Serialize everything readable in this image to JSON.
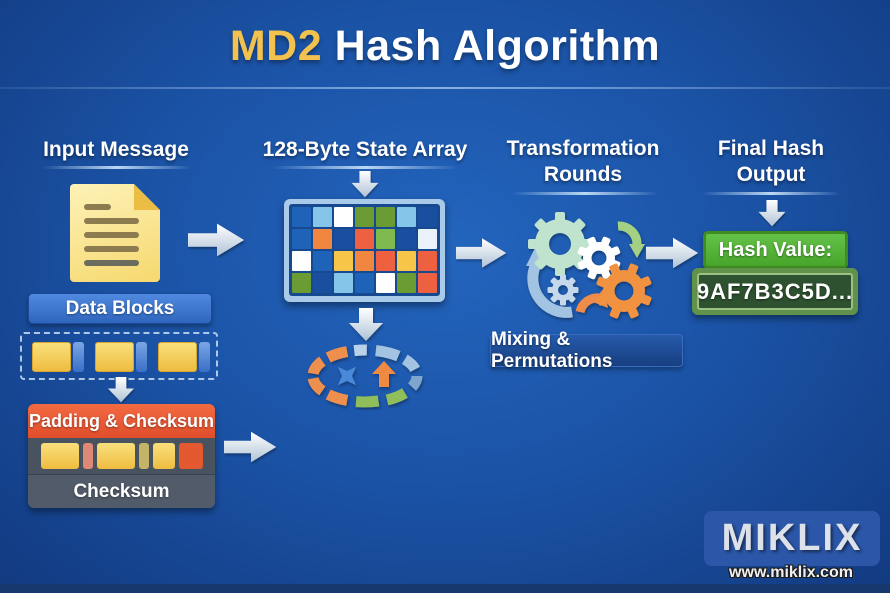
{
  "title": {
    "highlight": "MD2",
    "rest": " Hash Algorithm"
  },
  "columns": {
    "input": {
      "heading": "Input Message",
      "data_blocks_label": "Data Blocks",
      "padding_header": "Padding & Checksum",
      "checksum_label": "Checksum"
    },
    "state": {
      "heading": "128-Byte State Array"
    },
    "transform": {
      "heading_line1": "Transformation",
      "heading_line2": "Rounds",
      "caption": "Mixing & Permutations"
    },
    "output": {
      "heading_line1": "Final Hash",
      "heading_line2": "Output",
      "hash_label": "Hash Value:",
      "hash_value": "9AF7B3C5D..."
    }
  },
  "branding": {
    "logo": "MIKLIX",
    "url": "www.miklix.com"
  },
  "data_blocks": {
    "count": 3
  },
  "padding_blocks": {
    "palette": {
      "yellow": "linear-gradient(180deg,#f9e07c,#eebc40)",
      "pink": "#de8878",
      "olive": "#c4b468",
      "red": "#e2582f"
    },
    "segments": [
      {
        "color": "yellow",
        "w": 38
      },
      {
        "color": "pink",
        "w": 10
      },
      {
        "color": "yellow",
        "w": 38
      },
      {
        "color": "olive",
        "w": 10
      },
      {
        "color": "yellow",
        "w": 22
      },
      {
        "color": "red",
        "w": 24
      }
    ]
  },
  "state_array": {
    "rows": 4,
    "cols": 7,
    "palette": {
      "b": "#1e63b8",
      "db": "#1a4fa0",
      "lb": "#85c5ea",
      "w": "#ffffff",
      "ow": "#e9f1f9",
      "g": "#6b9b33",
      "lg": "#7fba4e",
      "o": "#f0863f",
      "r": "#ed6140",
      "a": "#f7c648"
    },
    "cells": [
      "b",
      "lb",
      "w",
      "g",
      "g",
      "lb",
      "db",
      "b",
      "o",
      "db",
      "r",
      "lg",
      "db",
      "ow",
      "w",
      "b",
      "a",
      "o",
      "r",
      "a",
      "r",
      "g",
      "db",
      "lb",
      "b",
      "w",
      "g",
      "r"
    ]
  },
  "colors": {
    "background_center": "#2365be",
    "background_edge": "#123a80",
    "title_gold": "#f2c14e",
    "padding_header_orange": "#e8563a",
    "dark_slate": "#49525f",
    "hash_green": "#48a52c",
    "hash_dark_green": "#2e5230",
    "gear_mint": "#bfe3cd",
    "gear_orange": "#f0923f",
    "arrow_light": "#ffffff"
  }
}
